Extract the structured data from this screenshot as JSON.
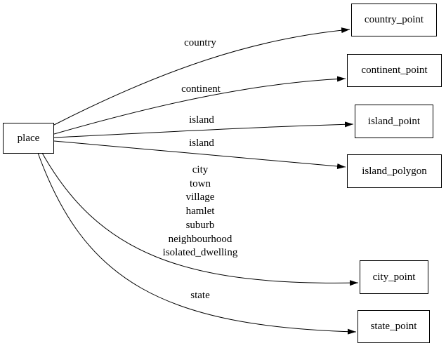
{
  "colors": {
    "background": "#ffffff",
    "node_fill": "#ffffff",
    "node_border": "#000000",
    "edge_stroke": "#000000",
    "text": "#000000"
  },
  "diagram": {
    "type": "directed-graph",
    "nodes": [
      {
        "id": "place",
        "label": "place"
      },
      {
        "id": "country_point",
        "label": "country_point"
      },
      {
        "id": "continent_point",
        "label": "continent_point"
      },
      {
        "id": "island_point",
        "label": "island_point"
      },
      {
        "id": "island_polygon",
        "label": "island_polygon"
      },
      {
        "id": "city_point",
        "label": "city_point"
      },
      {
        "id": "state_point",
        "label": "state_point"
      }
    ],
    "edges": [
      {
        "from": "place",
        "to": "country_point",
        "label": "country"
      },
      {
        "from": "place",
        "to": "continent_point",
        "label": "continent"
      },
      {
        "from": "place",
        "to": "island_point",
        "label": "island"
      },
      {
        "from": "place",
        "to": "island_polygon",
        "label": "island"
      },
      {
        "from": "place",
        "to": "city_point",
        "label_lines": [
          "city",
          "town",
          "village",
          "hamlet",
          "suburb",
          "neighbourhood",
          "isolated_dwelling"
        ]
      },
      {
        "from": "place",
        "to": "state_point",
        "label": "state"
      }
    ]
  }
}
